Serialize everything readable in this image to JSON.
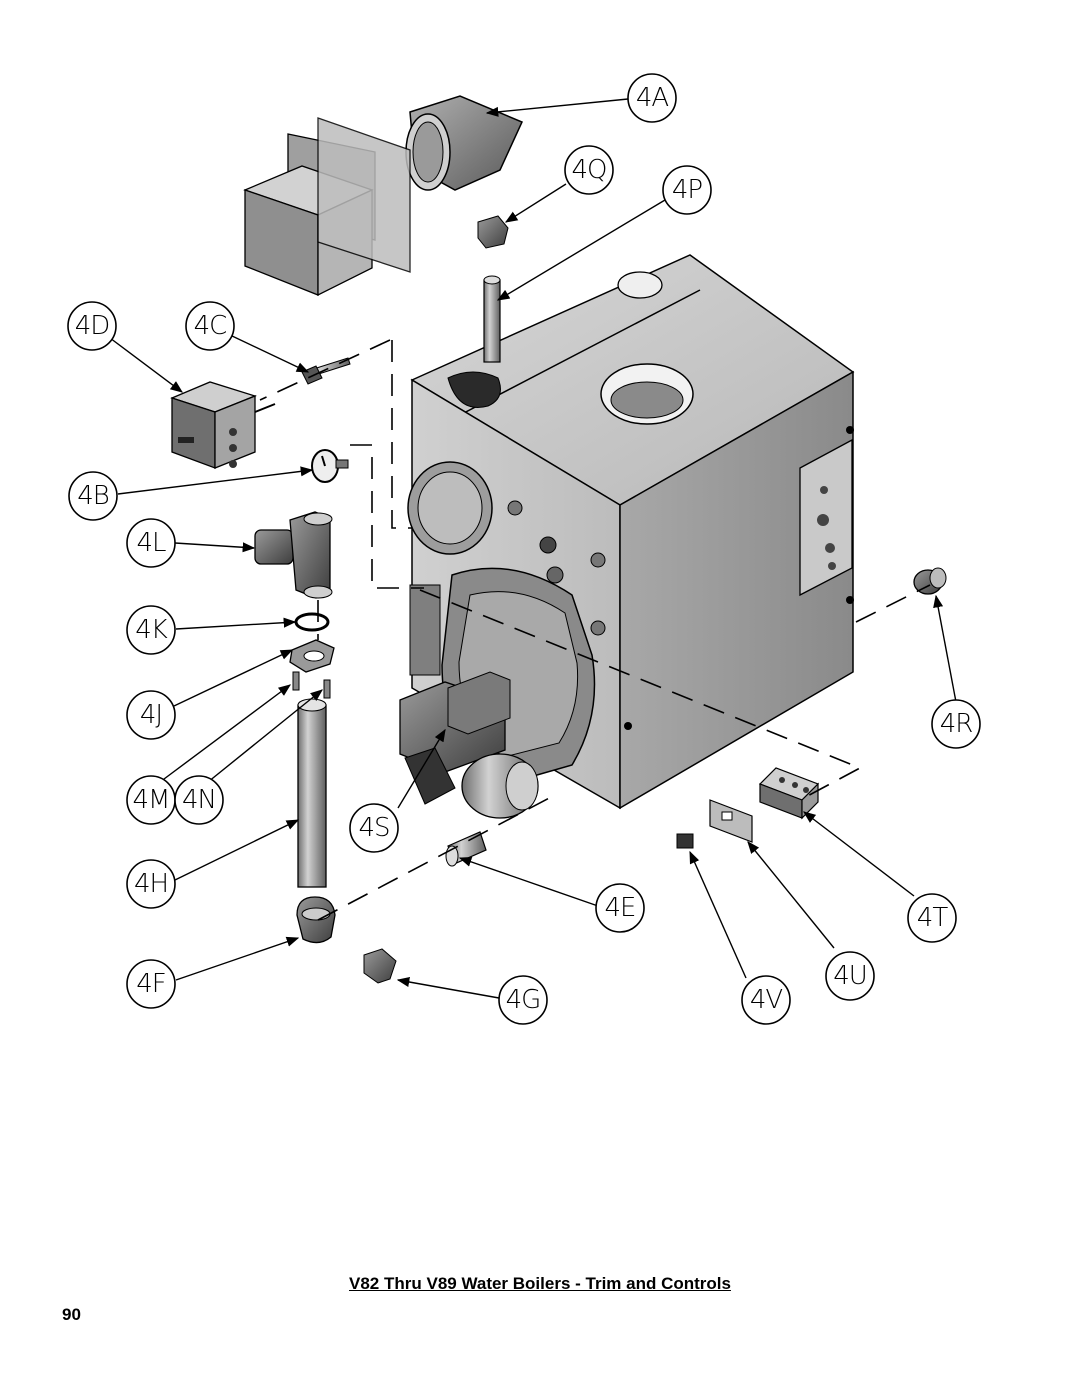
{
  "document": {
    "caption": "V82 Thru V89 Water Boilers - Trim and Controls",
    "page_number": "90"
  },
  "callouts": {
    "c4A": "4A",
    "c4Q": "4Q",
    "c4P": "4P",
    "c4D": "4D",
    "c4C": "4C",
    "c4B": "4B",
    "c4L": "4L",
    "c4K": "4K",
    "c4J": "4J",
    "c4M": "4M",
    "c4N": "4N",
    "c4H": "4H",
    "c4F": "4F",
    "c4S": "4S",
    "c4E": "4E",
    "c4G": "4G",
    "c4R": "4R",
    "c4T": "4T",
    "c4U": "4U",
    "c4V": "4V"
  }
}
